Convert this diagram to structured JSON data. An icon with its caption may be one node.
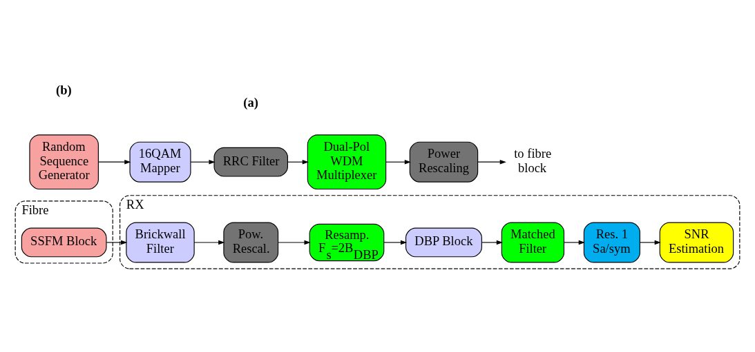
{
  "diagram": {
    "nodes": [
      {
        "text": [
          "Random Sequence Generator"
        ]
      },
      {
        "text": [
          "16QAM Mapper"
        ]
      },
      {
        "text": [
          "RRC Filter"
        ]
      },
      {
        "text": [
          "Dual-Pol WDM Multiplexer"
        ]
      },
      {
        "text": [
          "Power Rescaling"
        ]
      },
      {
        "text": [
          "to fibre block"
        ]
      },
      {
        "text": [
          "Fibre"
        ]
      },
      {
        "text": [
          "SSFM Block"
        ],
        "in": 6
      },
      {
        "text": [
          "RX"
        ]
      },
      {
        "text": [
          "Brickwall Filter"
        ],
        "in": 8
      },
      {
        "text": [
          "Pow. Rescal."
        ],
        "in": 8
      },
      {
        "text": [
          "Resamp.",
          "F$_{s}$=2B$_{DBP}$"
        ],
        "in": 8
      },
      {
        "text": [
          "DBP Block"
        ],
        "in": 8
      },
      {
        "text": [
          "Matched Filter"
        ],
        "in": 8
      },
      {
        "text": [
          "Res. 1 Sa/sym"
        ],
        "in": 8
      },
      {
        "text": [
          "SNR Estimation"
        ],
        "in": 8
      }
    ],
    "edges": [
      {
        "from": 0,
        "to": 1,
        "arrow": "to"
      },
      {
        "from": 1,
        "to": 2,
        "arrow": "to"
      },
      {
        "from": 2,
        "to": 3,
        "arrow": "to"
      },
      {
        "from": 3,
        "to": 4,
        "arrow": "to"
      },
      {
        "from": 4,
        "to": 5,
        "arrow": "to"
      },
      {
        "from": 7,
        "to": 9,
        "arrow": "to"
      },
      {
        "from": 9,
        "to": 10,
        "arrow": "to"
      },
      {
        "from": 10,
        "to": 11,
        "arrow": "to"
      },
      {
        "from": 11,
        "to": 12,
        "arrow": "to"
      },
      {
        "from": 12,
        "to": 13,
        "arrow": "to"
      },
      {
        "from": 13,
        "to": 14,
        "arrow": "to"
      },
      {
        "from": 14,
        "to": 15,
        "arrow": "to"
      }
    ],
    "labels": [
      "(a)",
      "(b)"
    ]
  }
}
